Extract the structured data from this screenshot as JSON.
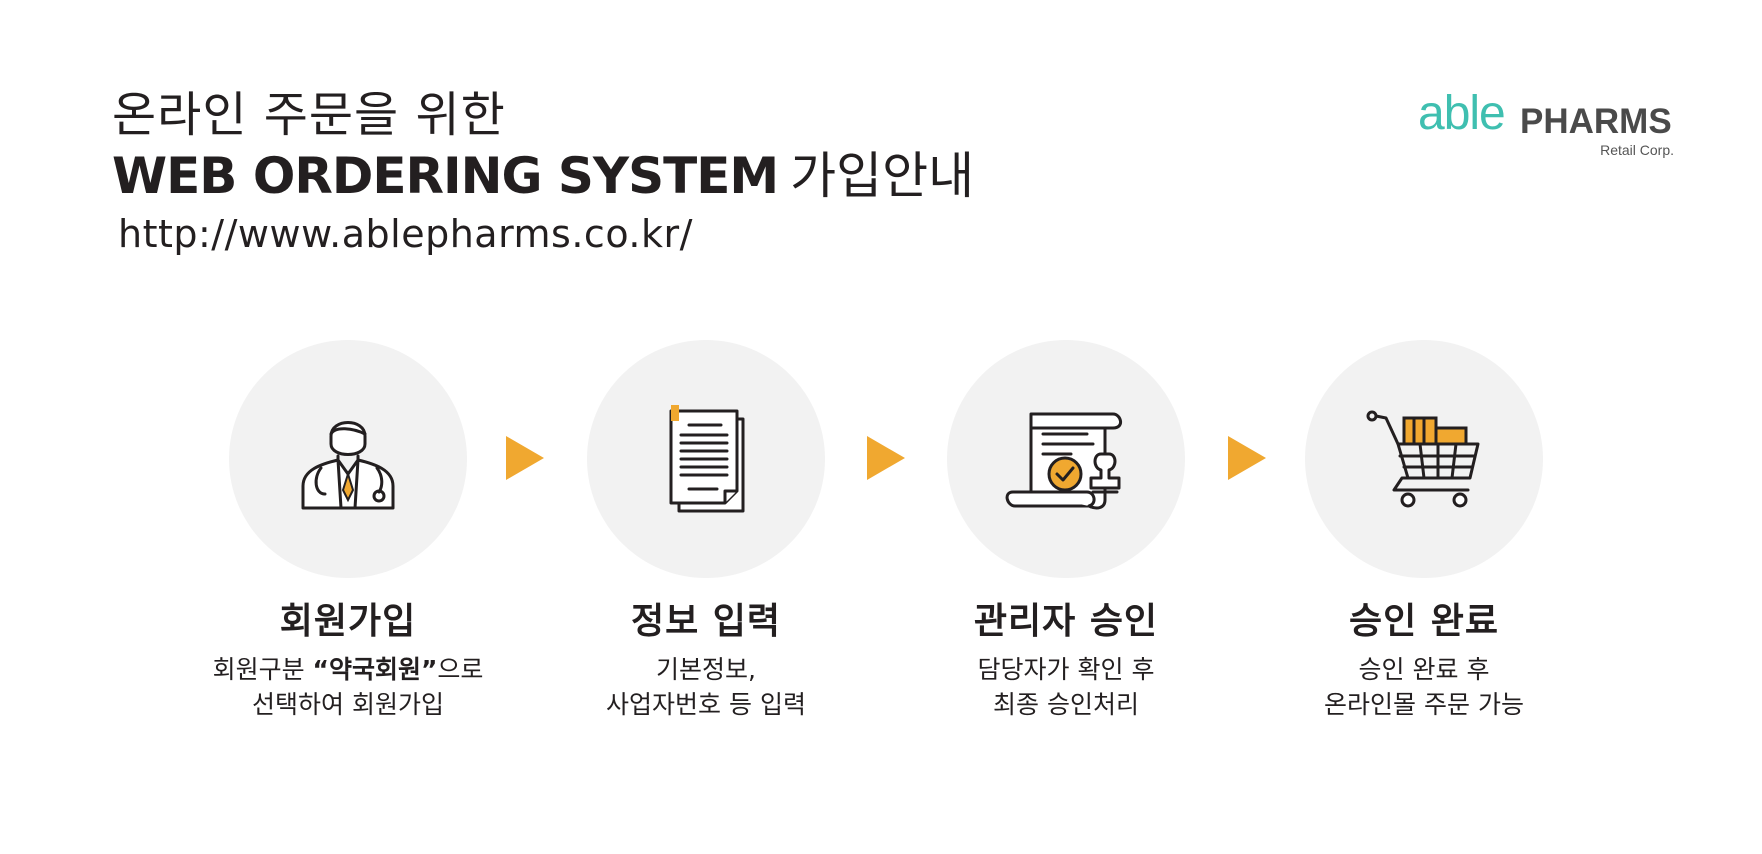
{
  "header": {
    "title_line1": "온라인 주문을 위한",
    "title_line2_strong": "WEB ORDERING SYSTEM",
    "title_line2_light": "가입안내",
    "url": "http://www.ablepharms.co.kr/"
  },
  "logo": {
    "able": "able",
    "pharms": "PHARMS",
    "corp": "Retail Corp."
  },
  "colors": {
    "accent": "#f0a830",
    "circle": "#f2f2f2",
    "logo_teal": "#3fbfb0",
    "text": "#231f20"
  },
  "steps": [
    {
      "icon": "doctor-icon",
      "title": "회원가입",
      "desc_line1_pre": "회원구분 ",
      "desc_line1_bold": "“약국회원”",
      "desc_line1_post": "으로",
      "desc_line2": "선택하여 회원가입"
    },
    {
      "icon": "document-icon",
      "title": "정보 입력",
      "desc_line1": "기본정보,",
      "desc_line2": "사업자번호 등 입력"
    },
    {
      "icon": "certificate-stamp-icon",
      "title": "관리자 승인",
      "desc_line1": "담당자가 확인 후",
      "desc_line2": "최종 승인처리"
    },
    {
      "icon": "shopping-cart-icon",
      "title": "승인 완료",
      "desc_line1": "승인 완료 후",
      "desc_line2": "온라인몰 주문 가능"
    }
  ]
}
